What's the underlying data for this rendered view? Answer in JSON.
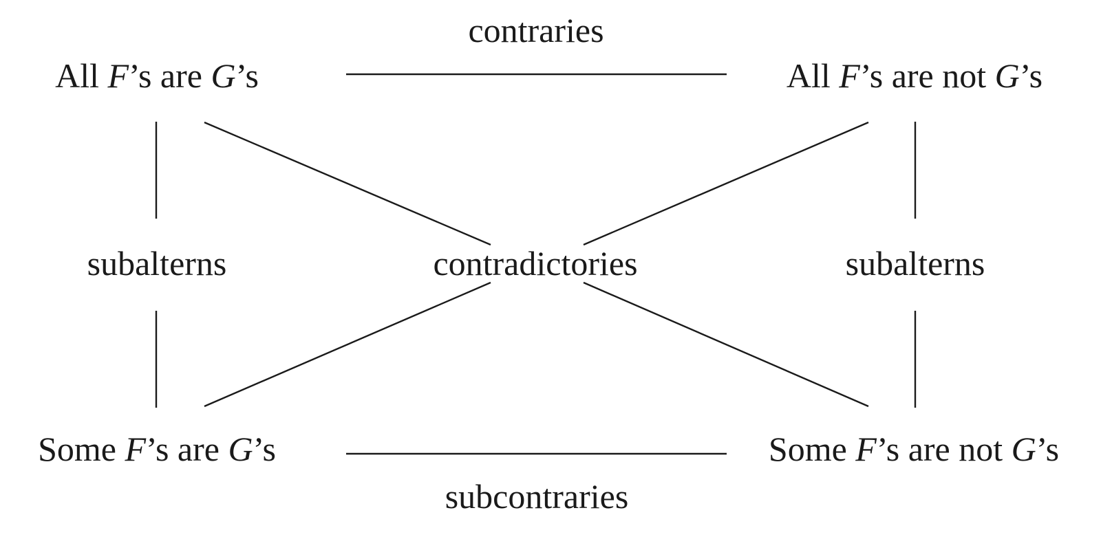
{
  "diagram": {
    "relations": {
      "top": "contraries",
      "bottom": "subcontraries",
      "left": "subalterns",
      "right": "subalterns",
      "center": "contradictories"
    },
    "corners": {
      "top_left": {
        "quantifier": "All",
        "subject": "F",
        "copula": "’s are",
        "predicate": "G",
        "suffix": "’s"
      },
      "top_right": {
        "quantifier": "All",
        "subject": "F",
        "copula": "’s are not",
        "predicate": "G",
        "suffix": "’s"
      },
      "bottom_left": {
        "quantifier": "Some",
        "subject": "F",
        "copula": "’s are",
        "predicate": "G",
        "suffix": "’s"
      },
      "bottom_right": {
        "quantifier": "Some",
        "subject": "F",
        "copula": "’s are not",
        "predicate": "G",
        "suffix": "’s"
      }
    },
    "line_color": "#1a1a1a"
  }
}
